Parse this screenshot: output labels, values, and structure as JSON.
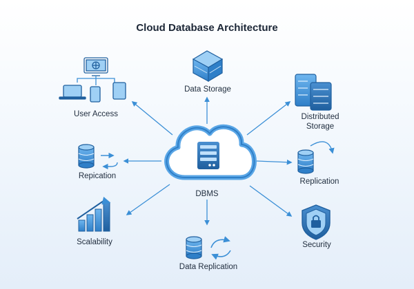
{
  "title": "Cloud Database Architecture",
  "center": {
    "label": "DBMS",
    "icon": "server-icon"
  },
  "nodes": {
    "user_access": {
      "label": "User Access",
      "icon": "devices-icon"
    },
    "data_storage": {
      "label": "Data Storage",
      "icon": "storage-icon"
    },
    "distributed_storage": {
      "label_line1": "Distributed",
      "label_line2": "Storage",
      "icon": "server-rack-icon"
    },
    "repication": {
      "label": "Repication",
      "icon": "database-sync-icon"
    },
    "replication": {
      "label": "Replication",
      "icon": "database-refresh-icon"
    },
    "scalability": {
      "label": "Scalability",
      "icon": "bar-growth-icon"
    },
    "data_replication": {
      "label": "Data Replication",
      "icon": "database-cycle-icon"
    },
    "security": {
      "label": "Security",
      "icon": "shield-lock-icon"
    }
  },
  "colors": {
    "accent": "#2f7fc8",
    "light": "#5aa6e6",
    "dark": "#1f5f9e",
    "text": "#1f2c3d"
  }
}
